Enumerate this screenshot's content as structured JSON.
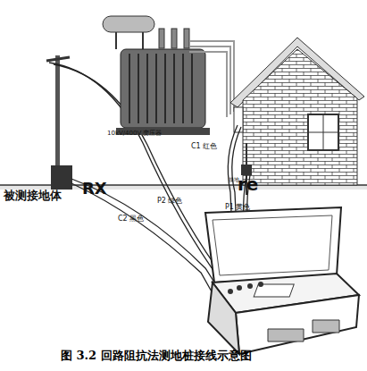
{
  "diagram": {
    "caption": "图 3.2 回路阻抗法测地桩接线示意图",
    "labels": [
      "10kV/400V 变压器",
      "C1 红色",
      "接地",
      "被测接地体",
      "RX",
      "re",
      "P2 绿色",
      "C2 黑色",
      "P1 黄色"
    ]
  }
}
